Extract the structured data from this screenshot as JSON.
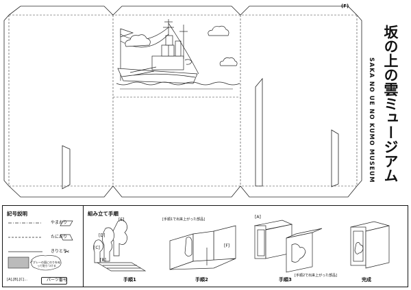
{
  "corner_mark": "(F)",
  "museum": {
    "name_jp": "坂の上の雲ミュージアム",
    "name_en": "SAKA NO UE NO KUMO MUSEUM"
  },
  "legend": {
    "title": "記号説明",
    "items": [
      {
        "label": "やまおり"
      },
      {
        "label": "たにおり"
      },
      {
        "label": "きりとり"
      }
    ],
    "note": "グレーの面にのりをぬって貼りつける",
    "part_label_left": "[A],[B],[C]...",
    "part_label_right": "パーツ番号"
  },
  "assembly": {
    "title": "組み立て手順",
    "labels": {
      "e": "[E]",
      "d": "[D]",
      "c": "[C]",
      "b": "[B]",
      "f": "[F]",
      "a": "[A]",
      "step1_note": "[手順1で出来上がった部品]",
      "step2_note": "[手順2で出来上がった部品]"
    },
    "steps": [
      {
        "label": "手順1"
      },
      {
        "label": "手順2"
      },
      {
        "label": "手順3"
      },
      {
        "label": "完成"
      }
    ]
  }
}
